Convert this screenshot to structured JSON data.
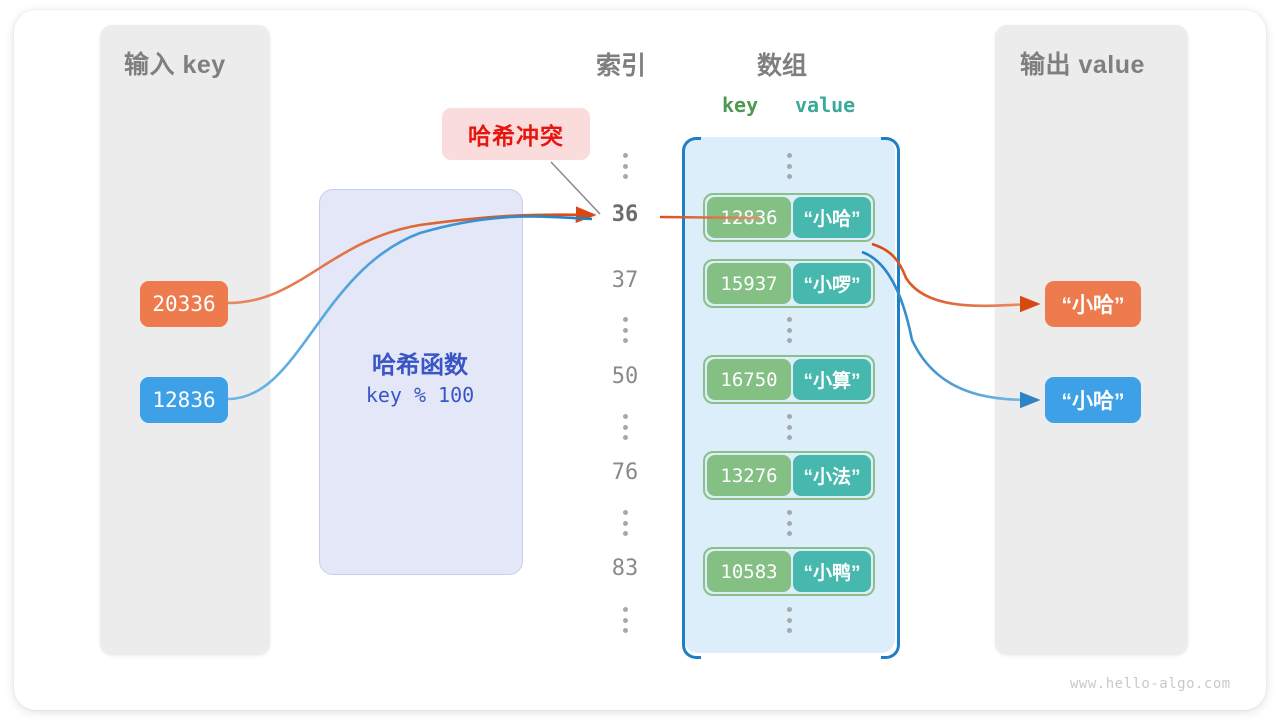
{
  "diagram": {
    "title_input": "输入 key",
    "title_output": "输出 value",
    "head_index": "索引",
    "head_array": "数组",
    "kv_key": "key",
    "kv_value": "value",
    "collision_label": "哈希冲突",
    "hash_title": "哈希函数",
    "hash_formula": "key % 100",
    "watermark": "www.hello-algo.com"
  },
  "input_keys": [
    {
      "value": "20336",
      "color": "#ee7b4d"
    },
    {
      "value": "12836",
      "color": "#3ea1e8"
    }
  ],
  "output_values": [
    {
      "value": "“小哈”",
      "color": "#ee7b4d"
    },
    {
      "value": "“小哈”",
      "color": "#3ea1e8"
    }
  ],
  "index_column": [
    {
      "label": "⋮",
      "type": "dots"
    },
    {
      "label": "36",
      "type": "number",
      "highlight": true
    },
    {
      "label": "37",
      "type": "number",
      "highlight": false
    },
    {
      "label": "⋮",
      "type": "dots"
    },
    {
      "label": "50",
      "type": "number",
      "highlight": false
    },
    {
      "label": "⋮",
      "type": "dots"
    },
    {
      "label": "76",
      "type": "number",
      "highlight": false
    },
    {
      "label": "⋮",
      "type": "dots"
    },
    {
      "label": "83",
      "type": "number",
      "highlight": false
    },
    {
      "label": "⋮",
      "type": "dots"
    }
  ],
  "array_entries": [
    {
      "index": "36",
      "key": "12836",
      "value": "“小哈”"
    },
    {
      "index": "37",
      "key": "15937",
      "value": "“小啰”"
    },
    {
      "index": "50",
      "key": "16750",
      "value": "“小算”"
    },
    {
      "index": "76",
      "key": "13276",
      "value": "“小法”"
    },
    {
      "index": "83",
      "key": "10583",
      "value": "“小鸭”"
    }
  ],
  "colors": {
    "orange": "#ee7b4d",
    "orange_arrow": "#d9480f",
    "blue": "#3ea1e8",
    "blue_arrow": "#1f7fc4",
    "green_key": "#84bf84",
    "teal_value": "#46b8ad",
    "collision_red": "#e8140e",
    "collision_bg": "#fbdcdc",
    "hash_purple": "#3b56c4",
    "panel_gray": "#ececec",
    "array_bg": "#ddeefb"
  }
}
